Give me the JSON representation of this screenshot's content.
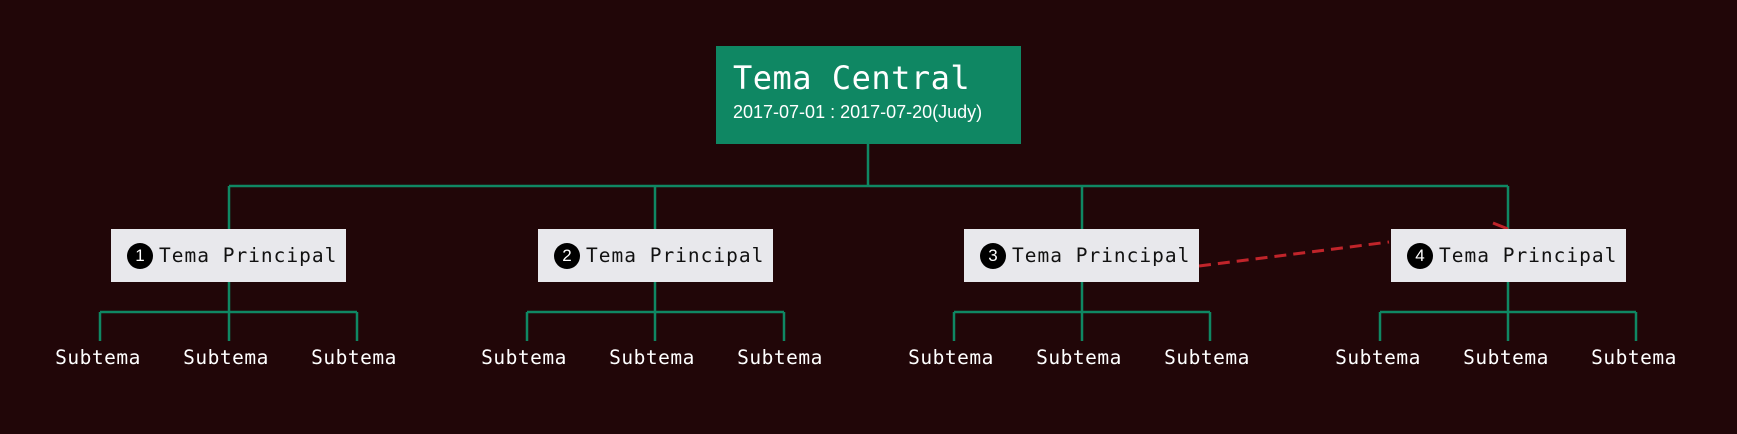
{
  "colors": {
    "background": "#210608",
    "central_fill": "#0f8763",
    "main_fill": "#e8e8ec",
    "connector": "#0f8763",
    "relationship": "#c0242a"
  },
  "central": {
    "title": "Tema Central",
    "subtitle": "2017-07-01 : 2017-07-20(Judy)"
  },
  "main_topics": [
    {
      "number": "1",
      "label": "Tema Principal",
      "subtopics": [
        "Subtema",
        "Subtema",
        "Subtema"
      ]
    },
    {
      "number": "2",
      "label": "Tema Principal",
      "subtopics": [
        "Subtema",
        "Subtema",
        "Subtema"
      ]
    },
    {
      "number": "3",
      "label": "Tema Principal",
      "subtopics": [
        "Subtema",
        "Subtema",
        "Subtema"
      ]
    },
    {
      "number": "4",
      "label": "Tema Principal",
      "subtopics": [
        "Subtema",
        "Subtema",
        "Subtema"
      ]
    }
  ]
}
